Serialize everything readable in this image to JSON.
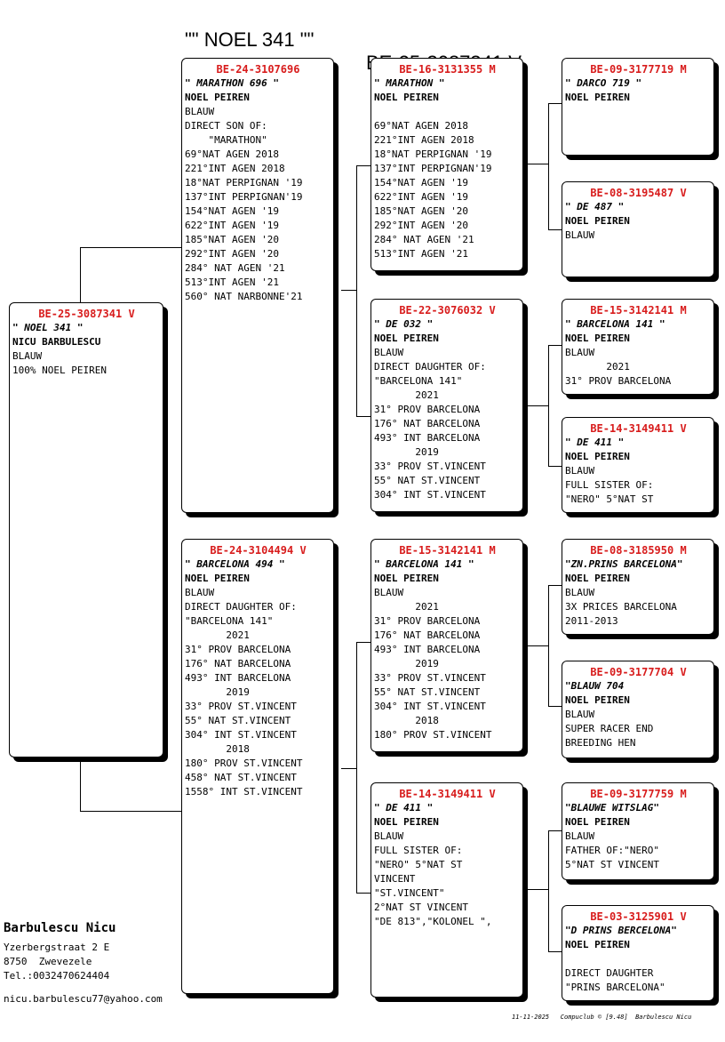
{
  "header": {
    "name": "\"\" NOEL 341 \"\"",
    "ring": "BE-25-3087341 V"
  },
  "cards": {
    "subject": {
      "ring": "BE-25-3087341 V",
      "name": "\" NOEL 341 \"",
      "owner": "NICU BARBULESCU",
      "lines": [
        "BLAUW",
        "100% NOEL PEIREN"
      ]
    },
    "sire": {
      "ring": "BE-24-3107696",
      "name": "\" MARATHON 696 \"",
      "owner": "NOEL PEIREN",
      "lines": [
        "BLAUW",
        "DIRECT SON OF:",
        "    \"MARATHON\"",
        "69°NAT AGEN 2018",
        "221°INT AGEN 2018",
        "18°NAT PERPIGNAN '19",
        "137°INT PERPIGNAN'19",
        "154°NAT AGEN '19",
        "622°INT AGEN '19",
        "185°NAT AGEN '20",
        "292°INT AGEN '20",
        "284° NAT AGEN '21",
        "513°INT AGEN '21",
        "560° NAT NARBONNE'21"
      ]
    },
    "dam": {
      "ring": "BE-24-3104494 V",
      "name": "\" BARCELONA 494 \"",
      "owner": "NOEL PEIREN",
      "lines": [
        "BLAUW",
        "DIRECT DAUGHTER OF:",
        "\"BARCELONA 141\"",
        "       2021",
        "31° PROV BARCELONA",
        "176° NAT BARCELONA",
        "493° INT BARCELONA",
        "       2019",
        "33° PROV ST.VINCENT",
        "55° NAT ST.VINCENT",
        "304° INT ST.VINCENT",
        "       2018",
        "180° PROV ST.VINCENT",
        "458° NAT ST.VINCENT",
        "1558° INT ST.VINCENT"
      ]
    },
    "ss": {
      "ring": "BE-16-3131355 M",
      "name": "\" MARATHON \"",
      "owner": "NOEL PEIREN",
      "lines": [
        "",
        "69°NAT AGEN 2018",
        "221°INT AGEN 2018",
        "18°NAT PERPIGNAN '19",
        "137°INT PERPIGNAN'19",
        "154°NAT AGEN '19",
        "622°INT AGEN '19",
        "185°NAT AGEN '20",
        "292°INT AGEN '20",
        "284° NAT AGEN '21",
        "513°INT AGEN '21"
      ]
    },
    "sd": {
      "ring": "BE-22-3076032 V",
      "name": "\" DE 032 \"",
      "owner": "NOEL PEIREN",
      "lines": [
        "BLAUW",
        "DIRECT DAUGHTER OF:",
        "\"BARCELONA 141\"",
        "       2021",
        "31° PROV BARCELONA",
        "176° NAT BARCELONA",
        "493° INT BARCELONA",
        "       2019",
        "33° PROV ST.VINCENT",
        "55° NAT ST.VINCENT",
        "304° INT ST.VINCENT"
      ]
    },
    "ds": {
      "ring": "BE-15-3142141 M",
      "name": "\" BARCELONA 141 \"",
      "owner": "NOEL PEIREN",
      "lines": [
        "BLAUW",
        "       2021",
        "31° PROV BARCELONA",
        "176° NAT BARCELONA",
        "493° INT BARCELONA",
        "       2019",
        "33° PROV ST.VINCENT",
        "55° NAT ST.VINCENT",
        "304° INT ST.VINCENT",
        "       2018",
        "180° PROV ST.VINCENT"
      ]
    },
    "dd": {
      "ring": "BE-14-3149411 V",
      "name": "\" DE 411 \"",
      "owner": "NOEL PEIREN",
      "lines": [
        "BLAUW",
        "FULL SISTER OF:",
        "\"NERO\" 5°NAT ST",
        "VINCENT",
        "\"ST.VINCENT\"",
        "2°NAT ST VINCENT",
        "\"DE 813\",\"KOLONEL \","
      ]
    },
    "sss": {
      "ring": "BE-09-3177719 M",
      "name": "\" DARCO 719 \"",
      "owner": "NOEL PEIREN",
      "lines": []
    },
    "ssd": {
      "ring": "BE-08-3195487 V",
      "name": "\" DE 487 \"",
      "owner": "NOEL PEIREN",
      "lines": [
        "BLAUW"
      ]
    },
    "sds": {
      "ring": "BE-15-3142141 M",
      "name": "\" BARCELONA 141 \"",
      "owner": "NOEL PEIREN",
      "lines": [
        "BLAUW",
        "       2021",
        "31° PROV BARCELONA"
      ]
    },
    "sdd": {
      "ring": "BE-14-3149411 V",
      "name": "\" DE 411 \"",
      "owner": "NOEL PEIREN",
      "lines": [
        "BLAUW",
        "FULL SISTER OF:",
        "\"NERO\" 5°NAT ST"
      ]
    },
    "dss": {
      "ring": "BE-08-3185950 M",
      "name": "\"ZN.PRINS BARCELONA\"",
      "owner": "NOEL PEIREN",
      "lines": [
        "BLAUW",
        "3X PRICES BARCELONA",
        "2011-2013"
      ]
    },
    "dsd": {
      "ring": "BE-09-3177704 V",
      "name": "\"BLAUW 704",
      "owner": "NOEL PEIREN",
      "lines": [
        "BLAUW",
        "SUPER RACER END",
        "BREEDING HEN"
      ]
    },
    "dds": {
      "ring": "BE-09-3177759 M",
      "name": "\"BLAUWE WITSLAG\"",
      "owner": "NOEL PEIREN",
      "lines": [
        "BLAUW",
        "FATHER OF:\"NERO\"",
        "5°NAT ST VINCENT"
      ]
    },
    "ddd": {
      "ring": "BE-03-3125901 V",
      "name": "\"D PRINS BERCELONA\"",
      "owner": "NOEL PEIREN",
      "lines": [
        "",
        "DIRECT DAUGHTER",
        "\"PRINS BARCELONA\""
      ]
    }
  },
  "breeder": {
    "name": "Barbulescu Nicu",
    "street": "Yzerbergstraat 2 E",
    "city": "8750  Zwevezele",
    "phone": "Tel.:0032470624404",
    "email": "nicu.barbulescu77@yahoo.com"
  },
  "footer": {
    "text": "11-11-2025   Compuclub © [9.48]  Barbulescu Nicu"
  }
}
